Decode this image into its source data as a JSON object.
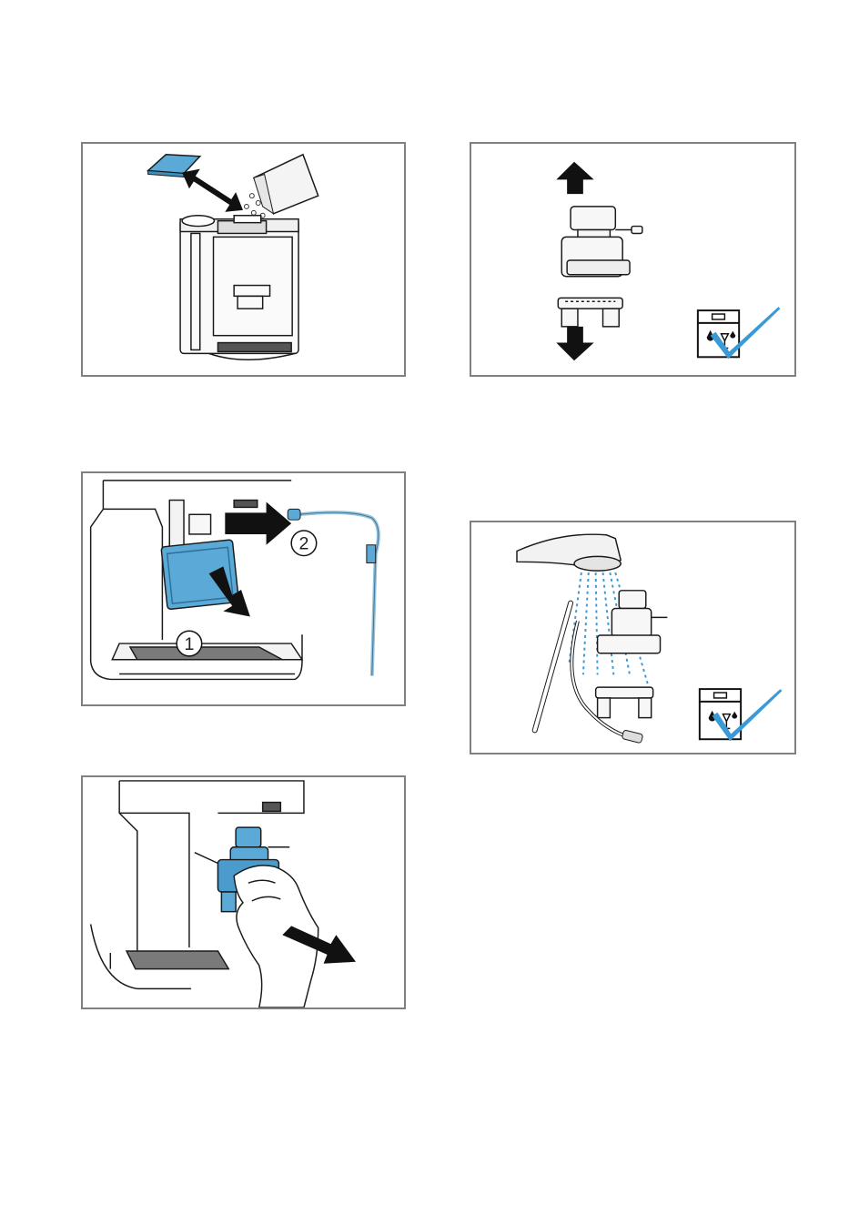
{
  "figures": [
    {
      "id": "remove-tray-fill-beans",
      "step_numbers": []
    },
    {
      "id": "brewing-unit-parts-dishwasher-safe",
      "step_numbers": []
    },
    {
      "id": "remove-cover-and-hose",
      "step_numbers": [
        "1",
        "2"
      ]
    },
    {
      "id": "rinse-parts-under-tap",
      "step_numbers": []
    },
    {
      "id": "pull-out-brewing-unit",
      "step_numbers": []
    }
  ],
  "colors": {
    "frame": "#808080",
    "part_blue": "#5aa9d6",
    "check_blue": "#3b9ad6",
    "line": "#1a1a1a"
  },
  "icons": [
    "double-arrow-icon",
    "arrow-up-icon",
    "arrow-down-icon",
    "arrow-right-icon",
    "dishwasher-safe-icon",
    "check-icon",
    "hand-icon",
    "water-spray-icon"
  ]
}
